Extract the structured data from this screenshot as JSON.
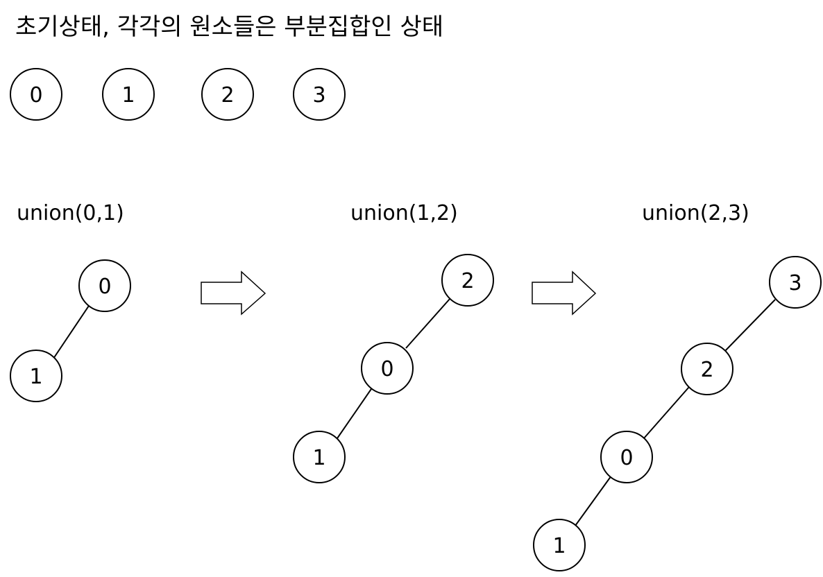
{
  "title": "초기상태, 각각의 원소들은 부분집합인 상태",
  "initial_nodes": [
    "0",
    "1",
    "2",
    "3"
  ],
  "steps": [
    {
      "label": "union(0,1)",
      "nodes": [
        {
          "id": "0"
        },
        {
          "id": "1"
        }
      ],
      "edges": [
        [
          "0",
          "1"
        ]
      ]
    },
    {
      "label": "union(1,2)",
      "nodes": [
        {
          "id": "2"
        },
        {
          "id": "0"
        },
        {
          "id": "1"
        }
      ],
      "edges": [
        [
          "2",
          "0"
        ],
        [
          "0",
          "1"
        ]
      ]
    },
    {
      "label": "union(2,3)",
      "nodes": [
        {
          "id": "3"
        },
        {
          "id": "2"
        },
        {
          "id": "0"
        },
        {
          "id": "1"
        }
      ],
      "edges": [
        [
          "3",
          "2"
        ],
        [
          "2",
          "0"
        ],
        [
          "0",
          "1"
        ]
      ]
    }
  ],
  "colors": {
    "stroke": "#000000",
    "fill": "#ffffff",
    "text": "#000000"
  }
}
